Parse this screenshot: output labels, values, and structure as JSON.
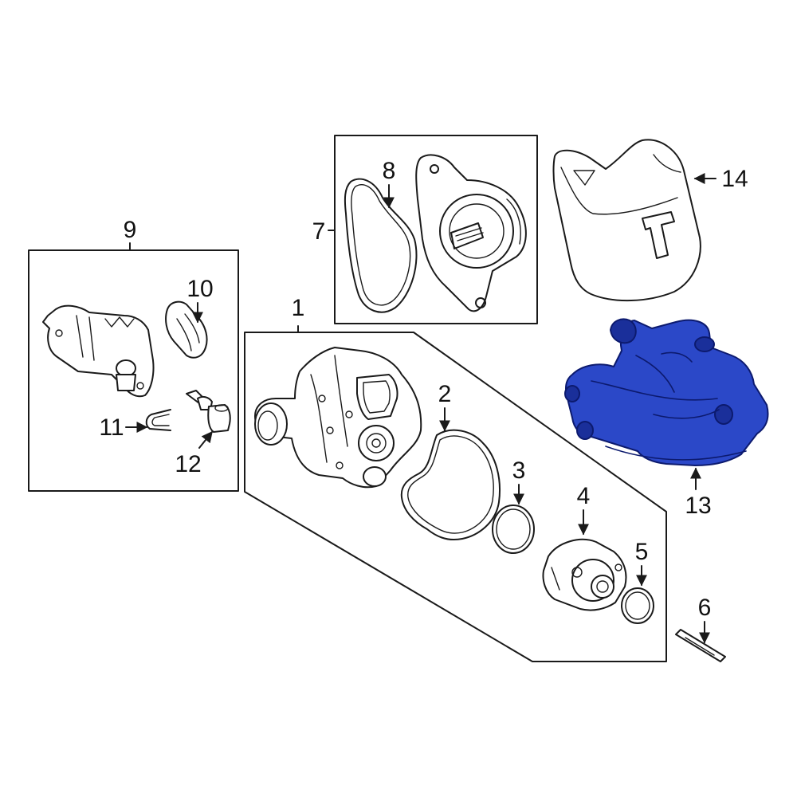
{
  "callouts": {
    "c1": "1",
    "c2": "2",
    "c3": "3",
    "c4": "4",
    "c5": "5",
    "c6": "6",
    "c7": "7",
    "c8": "8",
    "c9": "9",
    "c10": "10",
    "c11": "11",
    "c12": "12",
    "c13": "13",
    "c14": "14"
  },
  "colors": {
    "highlight_fill": "#2b48c8",
    "highlight_dark": "#1a2f9a",
    "line": "#1a1a1a",
    "background": "#ffffff"
  }
}
